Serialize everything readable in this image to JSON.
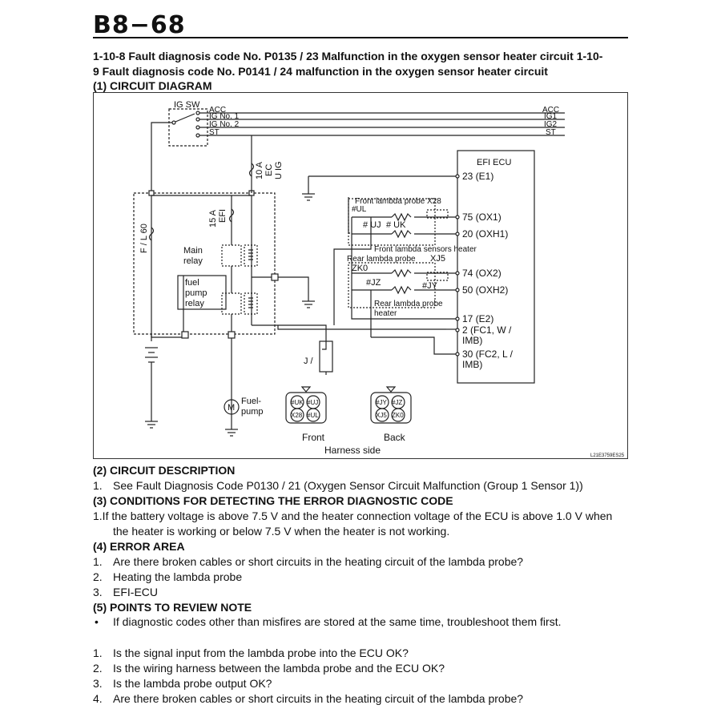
{
  "page": {
    "code": "B8−68",
    "heading_line1": "1-10-8  Fault diagnosis code No. P0135 / 23 Malfunction in the oxygen sensor heater circuit 1-10-",
    "heading_line2": "9 Fault diagnosis code No. P0141 / 24 malfunction in the oxygen sensor heater circuit"
  },
  "sections": {
    "circuit_diagram": "(1)  CIRCUIT DIAGRAM",
    "circuit_description": "(2)  CIRCUIT DESCRIPTION",
    "conditions": "(3)  CONDITIONS FOR DETECTING THE ERROR DIAGNOSTIC CODE",
    "error_area": "(4)  ERROR AREA",
    "points": "(5)  POINTS TO REVIEW NOTE"
  },
  "diagram": {
    "ig_sw": "IG SW",
    "switch_acc": "ACC",
    "switch_ig1": "IG No. 1",
    "switch_ig2": "IG No. 2",
    "switch_st": "ST",
    "bus_acc": "ACC",
    "bus_ig1": "IG1",
    "bus_ig2": "IG2",
    "bus_st": "ST",
    "fuse_ecu_amp": "10 A",
    "fuse_ecu_name1": "EC",
    "fuse_ecu_name2": "U IG",
    "fuse_efi_amp": "15 A",
    "fuse_efi_name": "EFI",
    "fusible_link": "F / L 60",
    "main_relay_1": "Main",
    "main_relay_2": "relay",
    "fp_relay_1": "fuel",
    "fp_relay_2": "pump",
    "fp_relay_3": "relay",
    "fuel_pump_1": "Fuel-",
    "fuel_pump_2": "pump",
    "motor": "M",
    "ecu_title": "EFI ECU",
    "pin_e1": "23 (E1)",
    "pin_ox1": "75 (OX1)",
    "pin_oxh1": "20 (OXH1)",
    "pin_ox2": "74 (OX2)",
    "pin_oxh2": "50 (OXH2)",
    "pin_e2": "17 (E2)",
    "pin_fc1_a": "2 (FC1, W /",
    "pin_fc1_b": "IMB)",
    "pin_fc2_a": "30 (FC2, L /",
    "pin_fc2_b": "IMB)",
    "front_probe": "Front lambda probe X28",
    "ul": "#UL",
    "uj": "# UJ",
    "uk": "# UK",
    "front_heater": "Front lambda sensors   heater",
    "rear_probe": "Rear lambda probe",
    "xj5": "XJ5",
    "zk0": "ZK0",
    "jz": "#JZ",
    "jy": "#JY",
    "rear_heater_1": "Rear lambda probe",
    "rear_heater_2": "heater",
    "junction": "J /",
    "conn_front": "Front",
    "conn_back": "Back",
    "harness": "Harness side",
    "front_pins": [
      "#UK",
      "#UJ",
      "X28",
      "#UL"
    ],
    "back_pins": [
      "#JY",
      "#JZ",
      "XJ5",
      "ZK0"
    ],
    "ref_code": "L21E3759ES25"
  },
  "description": {
    "num": "1.",
    "text": "See Fault Diagnosis Code P0130 / 21 (Oxygen Sensor Circuit Malfunction (Group 1 Sensor 1))"
  },
  "conditions": {
    "line1": "1.If   the battery voltage is above 7.5 V and the heater connection voltage of the ECU is above 1.0 V when",
    "line2": "the heater is working or below 7.5 V when the heater is not working."
  },
  "error_area": [
    {
      "num": "1.",
      "text": "Are there broken cables or short circuits in the heating circuit of the lambda probe?"
    },
    {
      "num": "2.",
      "text": "Heating the lambda probe"
    },
    {
      "num": "3.",
      "text": "EFI-ECU"
    }
  ],
  "note": {
    "bullet": "•",
    "text": "If diagnostic codes other than misfires are stored at the same time, troubleshoot them first."
  },
  "checks": [
    {
      "num": "1.",
      "text": "Is the signal input from the lambda probe into the ECU OK?"
    },
    {
      "num": "2.",
      "text": "Is the wiring harness between the lambda probe and the ECU OK?"
    },
    {
      "num": "3.",
      "text": "Is the lambda probe output OK?"
    },
    {
      "num": "4.",
      "text": "Are there broken cables or short circuits in the heating circuit of the lambda probe?"
    }
  ]
}
